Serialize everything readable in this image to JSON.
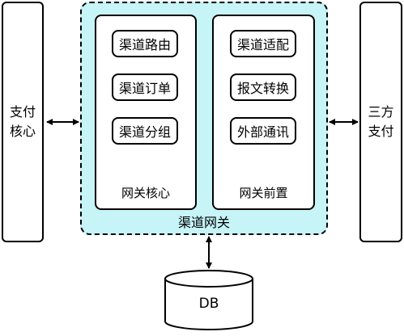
{
  "left_box": {
    "label": "支付\n核心"
  },
  "right_box": {
    "label": "三方\n支付"
  },
  "gateway": {
    "label": "渠道网关",
    "core_panel": {
      "label": "网关核心",
      "items": [
        "渠道路由",
        "渠道订单",
        "渠道分组"
      ]
    },
    "front_panel": {
      "label": "网关前置",
      "items": [
        "渠道适配",
        "报文转换",
        "外部通讯"
      ]
    }
  },
  "database": {
    "label": "DB"
  },
  "colors": {
    "gateway_fill": "#c6f4f7",
    "stroke": "#000000",
    "background": "#ffffff"
  }
}
